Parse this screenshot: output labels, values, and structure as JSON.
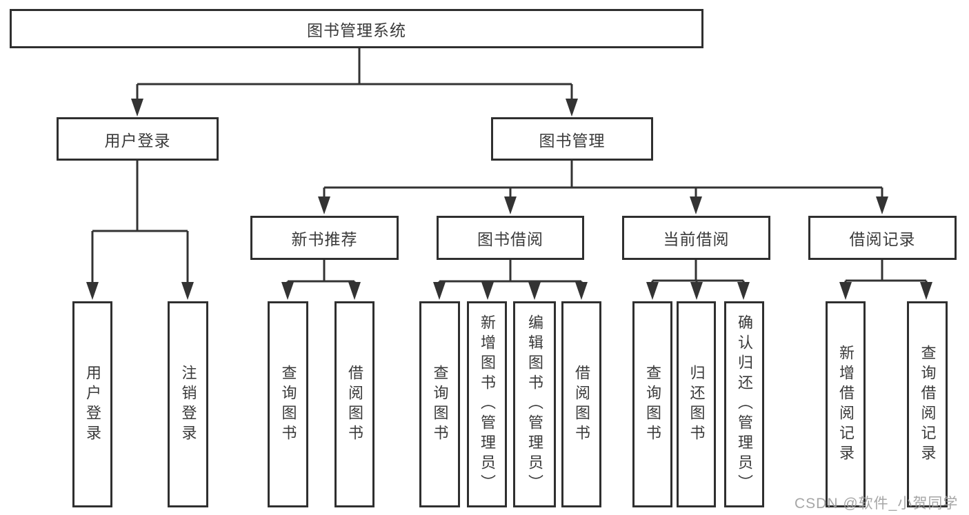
{
  "tree": {
    "root": {
      "label": "图书管理系统"
    },
    "branches": [
      {
        "label": "用户登录",
        "children": [
          {
            "label": "用户登录"
          },
          {
            "label": "注销登录"
          }
        ]
      },
      {
        "label": "图书管理",
        "children": [
          {
            "label": "新书推荐",
            "children": [
              {
                "label": "查询图书"
              },
              {
                "label": "借阅图书"
              }
            ]
          },
          {
            "label": "图书借阅",
            "children": [
              {
                "label": "查询图书"
              },
              {
                "label": "新增图书（管理员）"
              },
              {
                "label": "编辑图书（管理员）"
              },
              {
                "label": "借阅图书"
              }
            ]
          },
          {
            "label": "当前借阅",
            "children": [
              {
                "label": "查询图书"
              },
              {
                "label": "归还图书"
              },
              {
                "label": "确认归还（管理员）"
              }
            ]
          },
          {
            "label": "借阅记录",
            "children": [
              {
                "label": "新增借阅记录"
              },
              {
                "label": "查询借阅记录"
              }
            ]
          }
        ]
      }
    ]
  },
  "watermark": {
    "text": "CSDN @软件_小贺同学"
  },
  "colors": {
    "line": "#333333",
    "box_border": "#2f2f2f",
    "text": "#3a3a3a",
    "watermark": "#9e9e9e",
    "background": "#ffffff"
  }
}
